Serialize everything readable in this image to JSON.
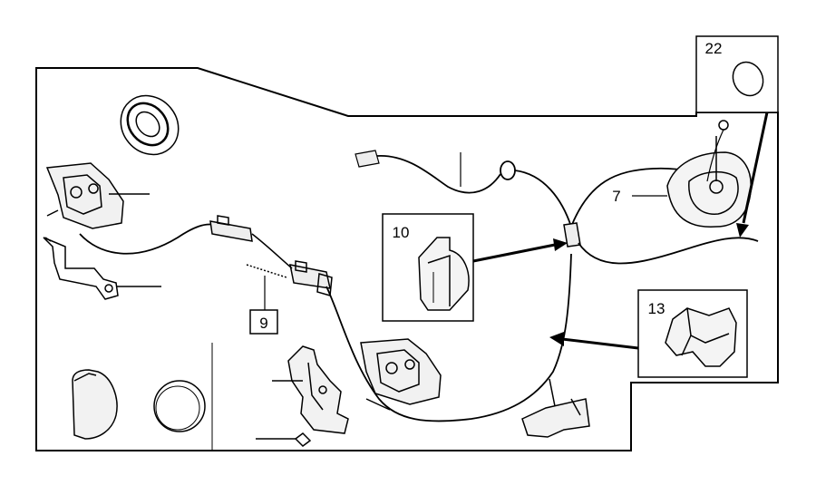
{
  "diagram": {
    "callouts": {
      "c9": {
        "label": "9"
      },
      "c10": {
        "label": "10"
      },
      "c13": {
        "label": "13"
      },
      "c22": {
        "label": "22"
      },
      "c7": {
        "label": "7"
      }
    }
  }
}
